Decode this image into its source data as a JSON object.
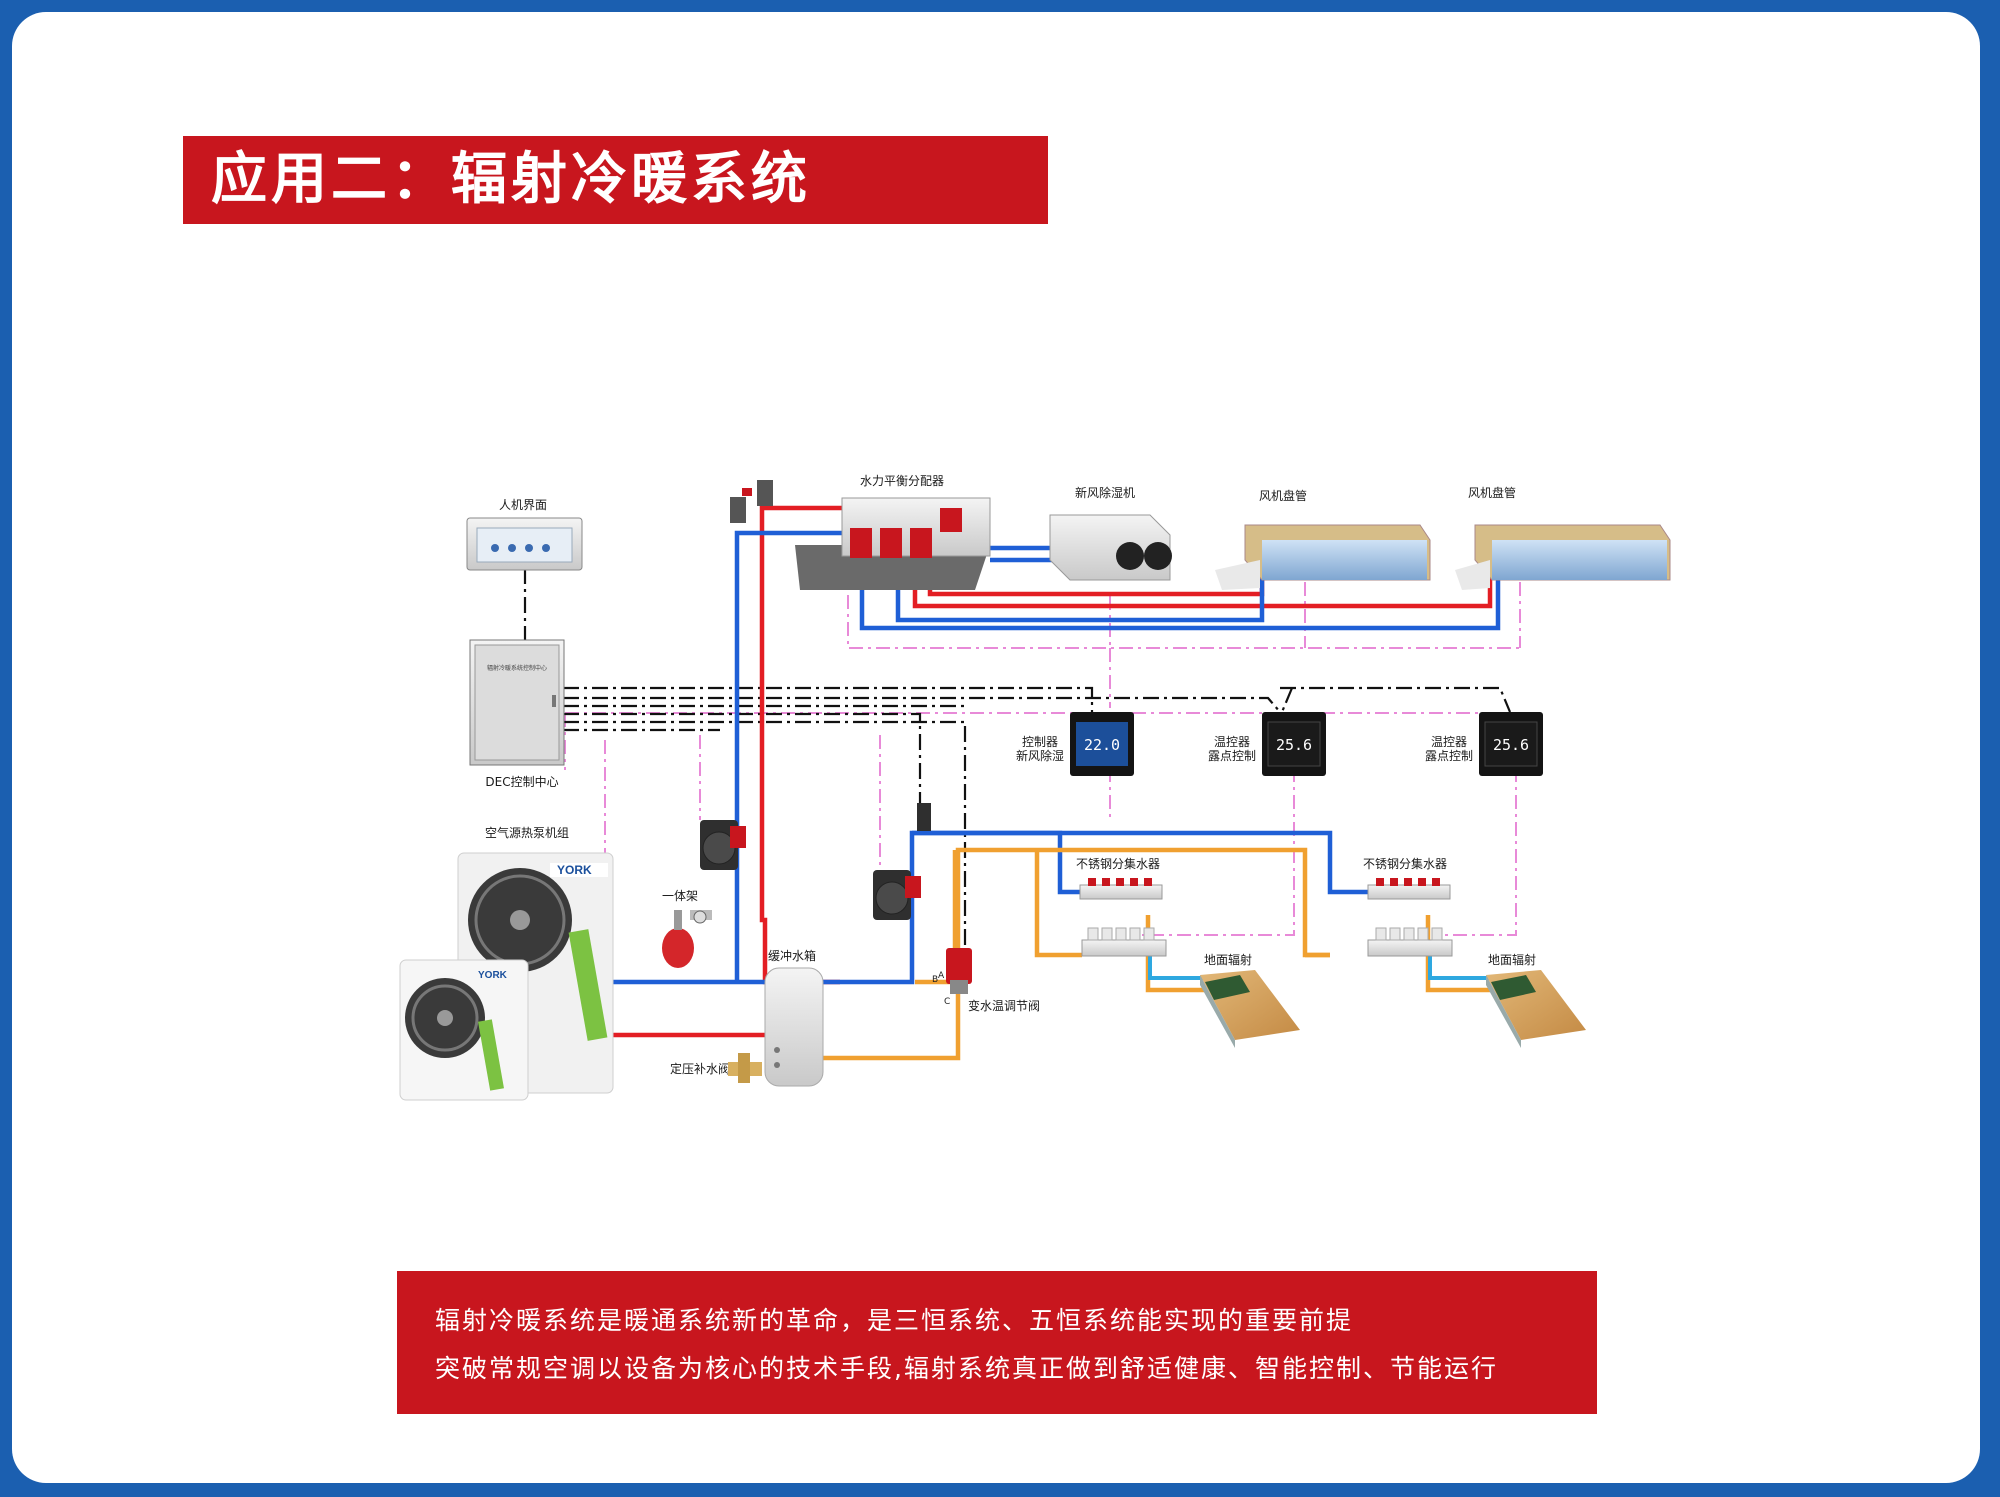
{
  "title": "应用二：辐射冷暖系统",
  "labels": {
    "hmi": "人机界面",
    "dec_control": "DEC控制中心",
    "dec_cabinet_text": "辐射冷暖系统控制中心",
    "heat_pump": "空气源热泵机组",
    "brand": "YORK",
    "expansion": "一体架",
    "buffer_tank": "缓冲水箱",
    "makeup_valve": "定压补水阀",
    "mixing_valve": "变水温调节阀",
    "valve_a": "A",
    "valve_b": "B",
    "valve_c": "C",
    "hydraulic_distributor": "水力平衡分配器",
    "fresh_air_dehumidifier": "新风除湿机",
    "fan_coil_1": "风机盘管",
    "fan_coil_2": "风机盘管",
    "controller_fresh_air": [
      "控制器",
      "新风除湿"
    ],
    "thermostat_1": [
      "温控器",
      "露点控制"
    ],
    "thermostat_2": [
      "温控器",
      "露点控制"
    ],
    "manifold_1": "不锈钢分集水器",
    "manifold_2": "不锈钢分集水器",
    "floor_radiant_1": "地面辐射",
    "floor_radiant_2": "地面辐射",
    "display_1": "22.0",
    "display_2": "25.6",
    "display_3": "25.6"
  },
  "description": {
    "line1": "辐射冷暖系统是暖通系统新的革命，是三恒系统、五恒系统能实现的重要前提",
    "line2": "突破常规空调以设备为核心的技术手段,辐射系统真正做到舒适健康、智能控制、节能运行"
  },
  "colors": {
    "frame": "#1b5fb0",
    "accent_red": "#c8161e",
    "pipe_supply": "#e31e24",
    "pipe_return": "#1f5fd6",
    "pipe_floor": "#f0a030",
    "pipe_floor_return": "#2ea8e0",
    "signal_line": "#e88ad8",
    "control_line": "#111111"
  }
}
